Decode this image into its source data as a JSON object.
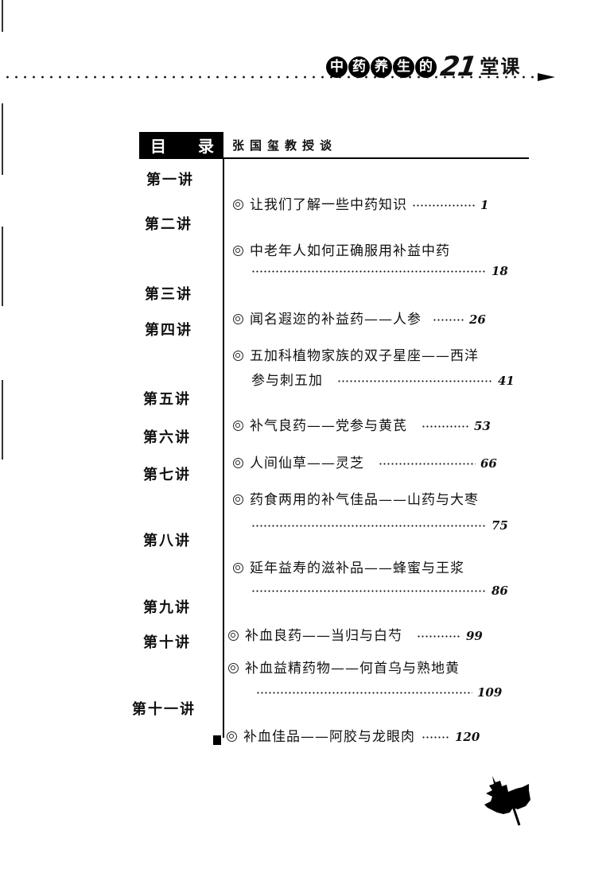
{
  "header": {
    "circled_chars": [
      "中",
      "药",
      "养",
      "生",
      "的"
    ],
    "number": "21",
    "suffix": "堂课",
    "arrow_icon": "right-arrow-icon"
  },
  "toc": {
    "heading_left": "目",
    "heading_right": "录",
    "author": "张国玺教授谈"
  },
  "chapters": [
    {
      "label": "第一讲"
    },
    {
      "label": "第二讲"
    },
    {
      "label": "第三讲"
    },
    {
      "label": "第四讲"
    },
    {
      "label": "第五讲"
    },
    {
      "label": "第六讲"
    },
    {
      "label": "第七讲"
    },
    {
      "label": "第八讲"
    },
    {
      "label": "第九讲"
    },
    {
      "label": "第十讲"
    },
    {
      "label": "第十一讲"
    }
  ],
  "entries": [
    {
      "title": "让我们了解一些中药知识",
      "continuation": "",
      "page": "1"
    },
    {
      "title": "中老年人如何正确服用补益中药",
      "continuation": "",
      "page": "18"
    },
    {
      "title": "闻名遐迩的补益药——人参",
      "continuation": "",
      "page": "26"
    },
    {
      "title": "五加科植物家族的双子星座——西洋",
      "continuation": "参与刺五加",
      "page": "41"
    },
    {
      "title": "补气良药——党参与黄芪",
      "continuation": "",
      "page": "53"
    },
    {
      "title": "人间仙草——灵芝",
      "continuation": "",
      "page": "66"
    },
    {
      "title": "药食两用的补气佳品——山药与大枣",
      "continuation": "",
      "page": "75"
    },
    {
      "title": "延年益寿的滋补品——蜂蜜与王浆",
      "continuation": "",
      "page": "86"
    },
    {
      "title": "补血良药——当归与白芍",
      "continuation": "",
      "page": "99"
    },
    {
      "title": "补血益精药物——何首乌与熟地黄",
      "continuation": "",
      "page": "109"
    },
    {
      "title": "补血佳品——阿胶与龙眼肉",
      "continuation": "",
      "page": "120"
    }
  ],
  "decorations": {
    "leaf_icon": "maple-leaf-icon",
    "bullet_icon": "double-circle-bullet-icon"
  }
}
